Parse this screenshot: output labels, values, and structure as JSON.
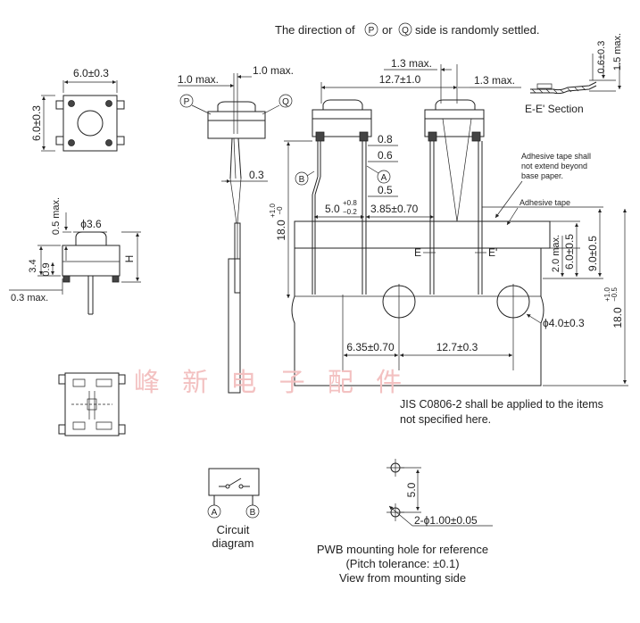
{
  "header": {
    "direction_pre": "The direction of",
    "p_mark": "P",
    "or_word": "or",
    "q_mark": "Q",
    "direction_post": "side is randomly settled."
  },
  "top_view": {
    "width": "6.0±0.3",
    "height": "6.0±0.3"
  },
  "side_view": {
    "diameter": "ϕ3.6",
    "half_max": "0.5 max.",
    "h34": "3.4",
    "h09": "0.9",
    "h_letter": "H",
    "max03": "0.3 max."
  },
  "pq_view": {
    "max_left": "1.0 max.",
    "max_right": "1.0 max.",
    "p": "P",
    "q": "Q",
    "dim03": "0.3"
  },
  "tape_view": {
    "pitch_top_max": "1.3 max.",
    "pitch": "12.7±1.0",
    "right_max": "1.3 max.",
    "d08": "0.8",
    "d06": "0.6",
    "d05": "0.5",
    "a": "A",
    "b": "B",
    "d50_main": "5.0",
    "d50_tol_up": "+0.8",
    "d50_tol_dn": "−0.2",
    "d385": "3.85±0.70",
    "height18": "18.0",
    "height18_tol_up": "+1.0",
    "height18_tol_dn": "−0",
    "adhesive_note": [
      "Adhesive tape shall",
      "not extend beyond",
      "base paper."
    ],
    "adhesive_tape": "Adhesive tape",
    "e": "E",
    "e_prime": "E'",
    "d20max": "2.0 max.",
    "d60": "6.0±0.5",
    "d90": "9.0±0.5",
    "d180": "18.0",
    "d180_tol_up": "+1.0",
    "d180_tol_dn": "−0.5",
    "hole_diam": "ϕ4.0±0.3",
    "d635": "6.35±0.70",
    "d127": "12.7±0.3"
  },
  "section": {
    "d06": "0.6±0.3",
    "d15": "1.5 max.",
    "label": "E-E' Section"
  },
  "watermark": "峰 新 电 子 配 件",
  "jis_note": [
    "JIS C0806-2 shall be applied to the items",
    "not specified here."
  ],
  "circuit": {
    "a": "A",
    "b": "B",
    "caption": [
      "Circuit",
      "diagram"
    ]
  },
  "pwb": {
    "pitch": "5.0",
    "hole": "2-ϕ1.00±0.05",
    "caption": [
      "PWB mounting hole for reference",
      "(Pitch tolerance: ±0.1)",
      "View from mounting side"
    ]
  }
}
